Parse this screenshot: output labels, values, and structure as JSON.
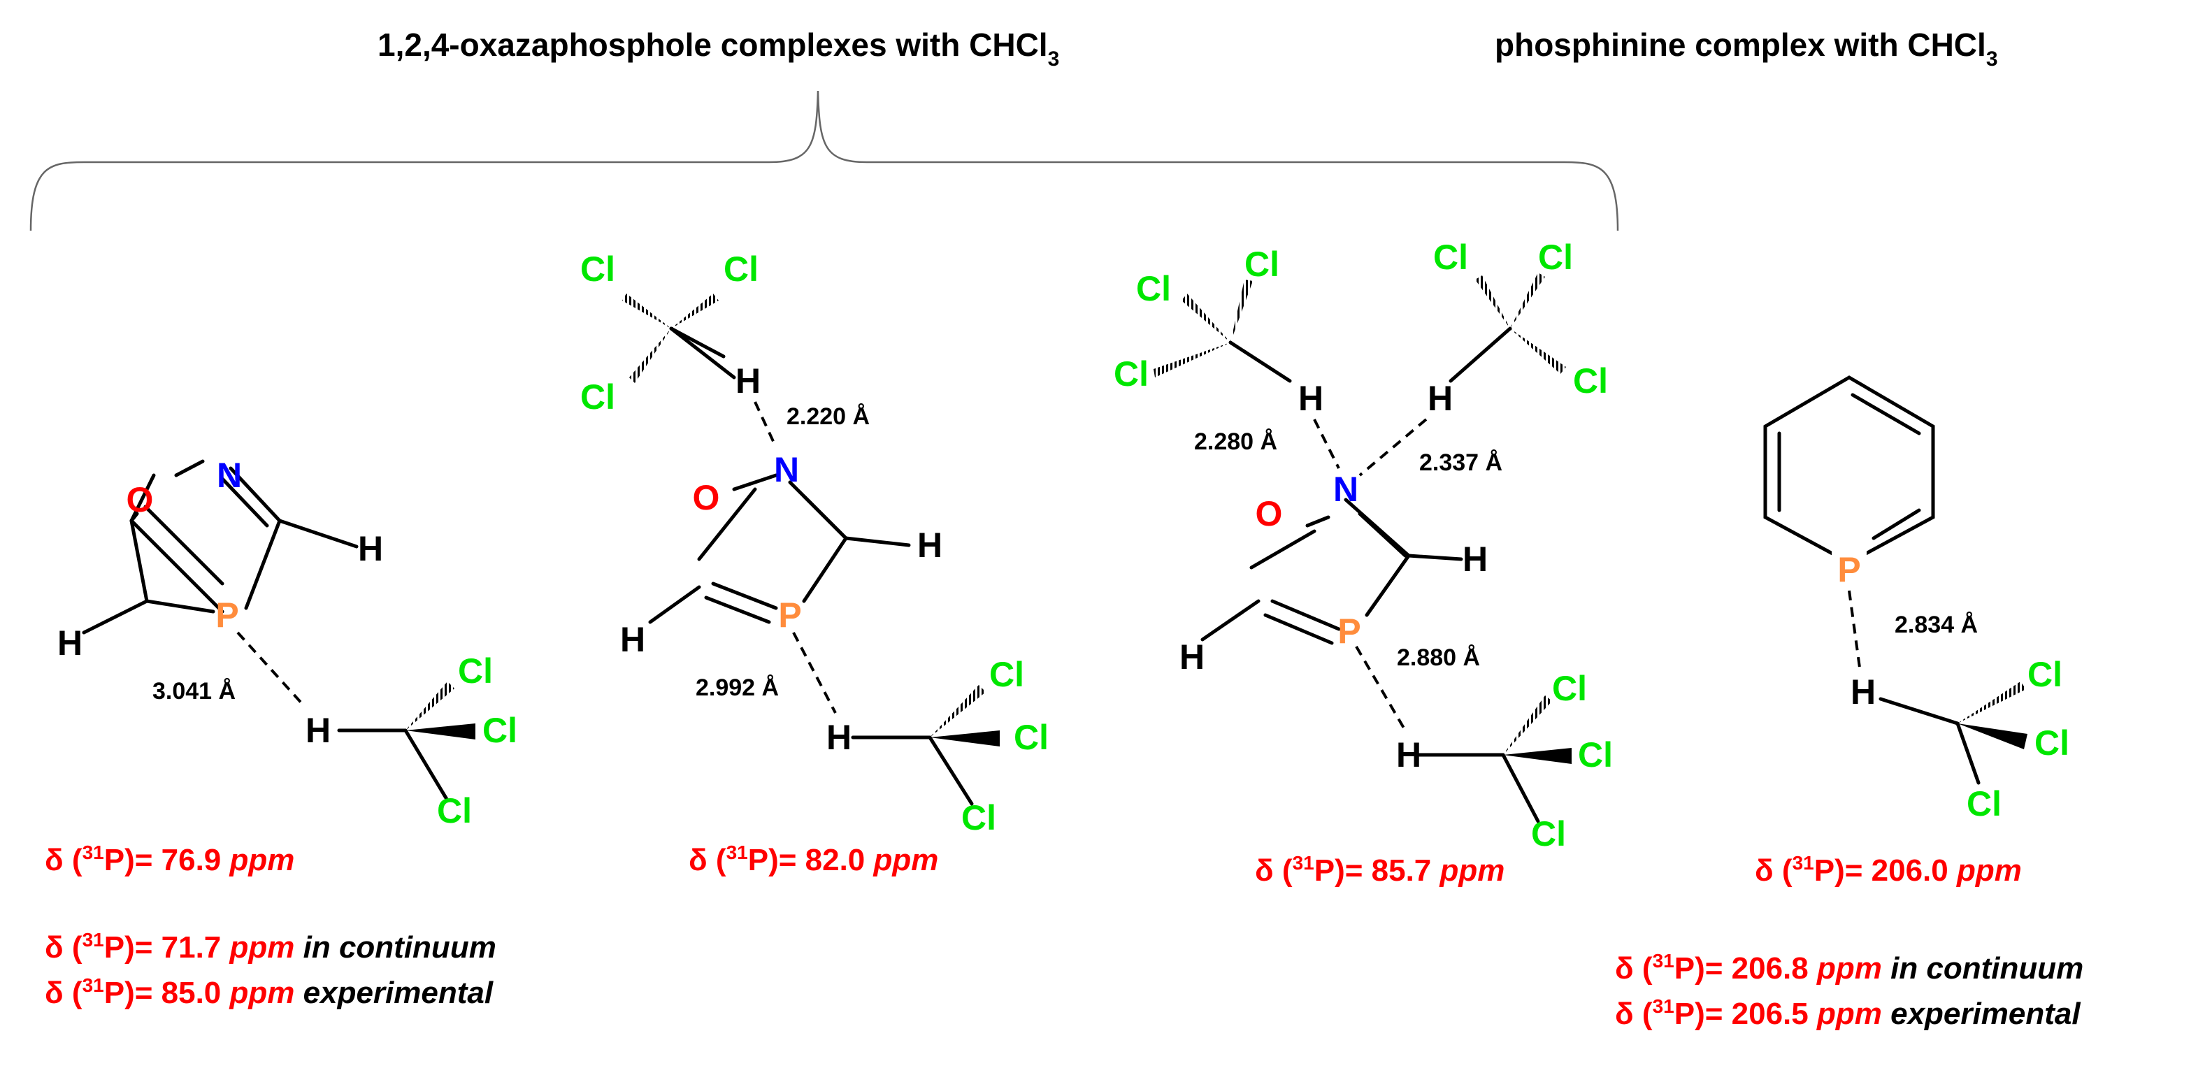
{
  "headers": {
    "oxaza": {
      "main": "1,2,4-oxazaphosphole complexes with CHCl",
      "sub": "3"
    },
    "phosphinine": {
      "main": "phosphinine complex with CHCl",
      "sub": "3"
    }
  },
  "colors": {
    "O": "#ff0000",
    "N": "#0000ff",
    "P": "#ff8c3c",
    "Cl": "#00e600",
    "H": "#000000",
    "shift_red": "#ff0000",
    "text_black": "#000000"
  },
  "atoms": {
    "O": "O",
    "N": "N",
    "P": "P",
    "H": "H",
    "Cl": "Cl"
  },
  "distances": {
    "m1_PH": "3.041 Å",
    "m2_NH": "2.220 Å",
    "m2_PH": "2.992 Å",
    "m3_NH_left": "2.280 Å",
    "m3_NH_right": "2.337 Å",
    "m3_PH": "2.880 Å",
    "m4_PH": "2.834 Å"
  },
  "shifts": {
    "prefix": "δ (",
    "isotope": "31",
    "nucleus": "P)= ",
    "unit": "ppm",
    "m1": "76.9",
    "m2": "82.0",
    "m3": "85.7",
    "m4": "206.0",
    "m1_continuum": "71.7",
    "m1_experimental": "85.0",
    "m4_continuum": "206.8",
    "m4_experimental": "206.5",
    "continuum_label": " in continuum",
    "experimental_label": " experimental"
  }
}
